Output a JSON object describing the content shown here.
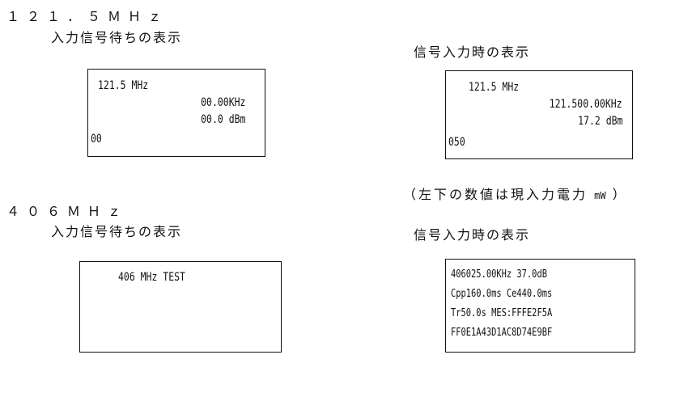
{
  "sections": {
    "s121": {
      "heading": "１２１．５ＭＨｚ",
      "idle_caption": "入力信号待ちの表示",
      "idle_display": {
        "line1": "121.5 MHz",
        "line2": "00.00KHz",
        "line3": "00.0 dBm",
        "line4": "00"
      },
      "active_caption": "信号入力時の表示",
      "active_display": {
        "line1": "121.5 MHz",
        "line2": "121.500.00KHz",
        "line3": "17.2 dBm",
        "line4": "050"
      },
      "note_prefix": "（左下の数値は現入力電力",
      "note_unit": "mW",
      "note_suffix": "）"
    },
    "s406": {
      "heading": "４０６ＭＨｚ",
      "idle_caption": "入力信号待ちの表示",
      "idle_display": {
        "line1": "406 MHz    TEST"
      },
      "active_caption": "信号入力時の表示",
      "active_display": {
        "line1": "406025.00KHz  37.0dB",
        "line2": "Cpp160.0ms Ce440.0ms",
        "line3": "Tr50.0s MES:FFFE2F5A",
        "line4": "FF0E1A43D1AC8D74E9BF"
      }
    }
  }
}
